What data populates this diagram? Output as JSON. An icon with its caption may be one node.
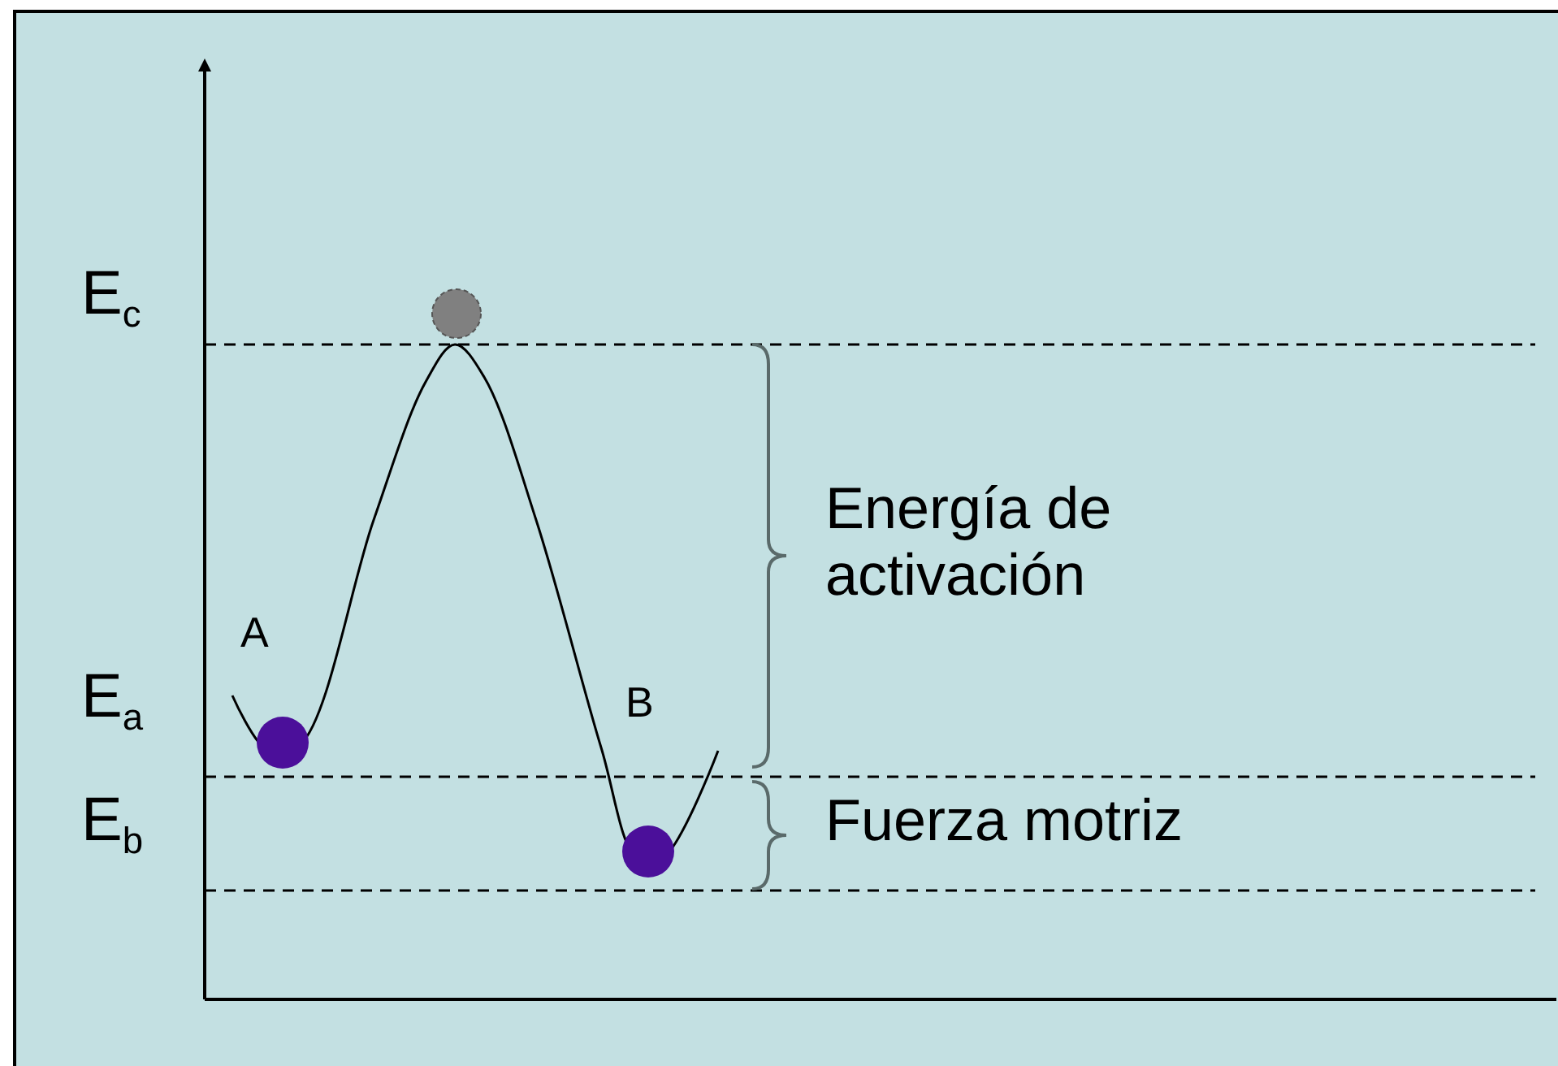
{
  "diagram": {
    "labels": [
      "E$_{c}$",
      "Energía de activación",
      "A",
      "E$_{a}$",
      "B",
      "E$_{b}$",
      "Fuerza motriz"
    ]
  }
}
